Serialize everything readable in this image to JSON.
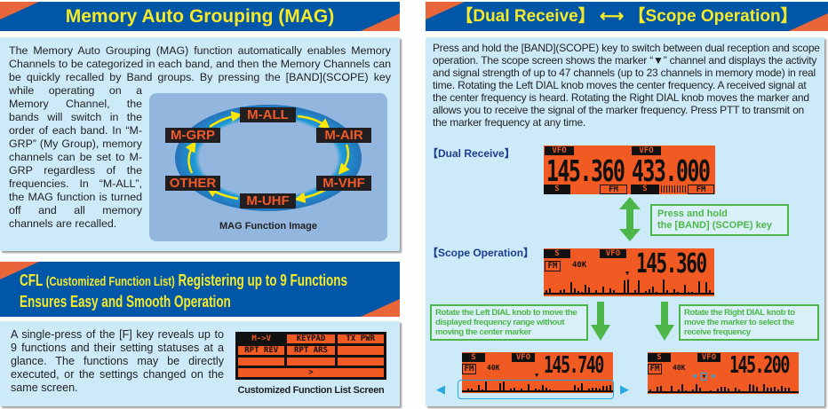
{
  "mag": {
    "title": "Memory Auto Grouping (MAG)",
    "intro": "The Memory Auto Grouping (MAG) function automatically enables Memory Channels to be categorized in each band, and then the Memory Channels can be quickly recalled by Band groups. By pressing the [BAND](SCOPE)",
    "side_text": "key while operating on a Memory Channel, the bands will switch in the order of each band. In “M-GRP” (My Group), memory channels can be set to M-GRP regardless of the frequencies. In “M-ALL”, the MAG function is turned off and all memory channels are recalled.",
    "groups": [
      "M-ALL",
      "M-AIR",
      "M-VHF",
      "M-UHF",
      "OTHER",
      "M-GRP"
    ],
    "caption": "MAG Function Image"
  },
  "cfl": {
    "title_prefix": "CFL",
    "title_paren": "(Customized Function List)",
    "title_rest": "Registering up to 9 Functions",
    "title_line2": "Ensures Easy and Smooth Operation",
    "text": "A single-press of the [F] key reveals up to 9 functions and their setting statuses at a glance. The functions may be directly executed, or the settings changed on the same screen.",
    "cells": [
      "M->V",
      "KEYPAD",
      "TX PWR",
      "RPT REV",
      "RPT ARS",
      "",
      "",
      "",
      ""
    ],
    "next": ">",
    "caption": "Customized Function List Screen"
  },
  "dual": {
    "title_left": "【Dual Receive】",
    "title_arrow": "⟷",
    "title_right": "【Scope Operation】",
    "text": "Press and hold the [BAND](SCOPE) key to switch between dual reception and scope operation. The scope screen shows the marker “▼” channel and displays the activity and signal strength of up to 47 channels (up to 23 channels in memory mode) in real time. Rotating the Left DIAL knob moves the center frequency. A received signal at the center frequency is heard. Rotating the Right DIAL knob moves the marker and allows you to receive the signal of the marker frequency. Press PTT to transmit on the marker frequency at any time.",
    "dual_label": "【Dual Receive】",
    "scope_label": "【Scope Operation】",
    "vfo": "VFO",
    "s": "S",
    "fm": "FM",
    "step": "40K",
    "freq_a": "145.360",
    "freq_b": "433.000",
    "scope_freq": "145.360",
    "press_hold_1": "Press and hold",
    "press_hold_2": "the [BAND] (SCOPE) key",
    "left_note": "Rotate the Left DIAL knob to move the displayed frequency range without moving the center marker",
    "right_note": "Rotate the Right DIAL knob to move the marker to select the receive frequency",
    "left_freq": "145.740",
    "right_freq": "145.200"
  },
  "colors": {
    "banner": "#0057a8",
    "accent": "#e8663a",
    "title": "#f5e92a",
    "lcd": "#f15a22",
    "green": "#4cb748",
    "panel": "#cdeaf8"
  }
}
